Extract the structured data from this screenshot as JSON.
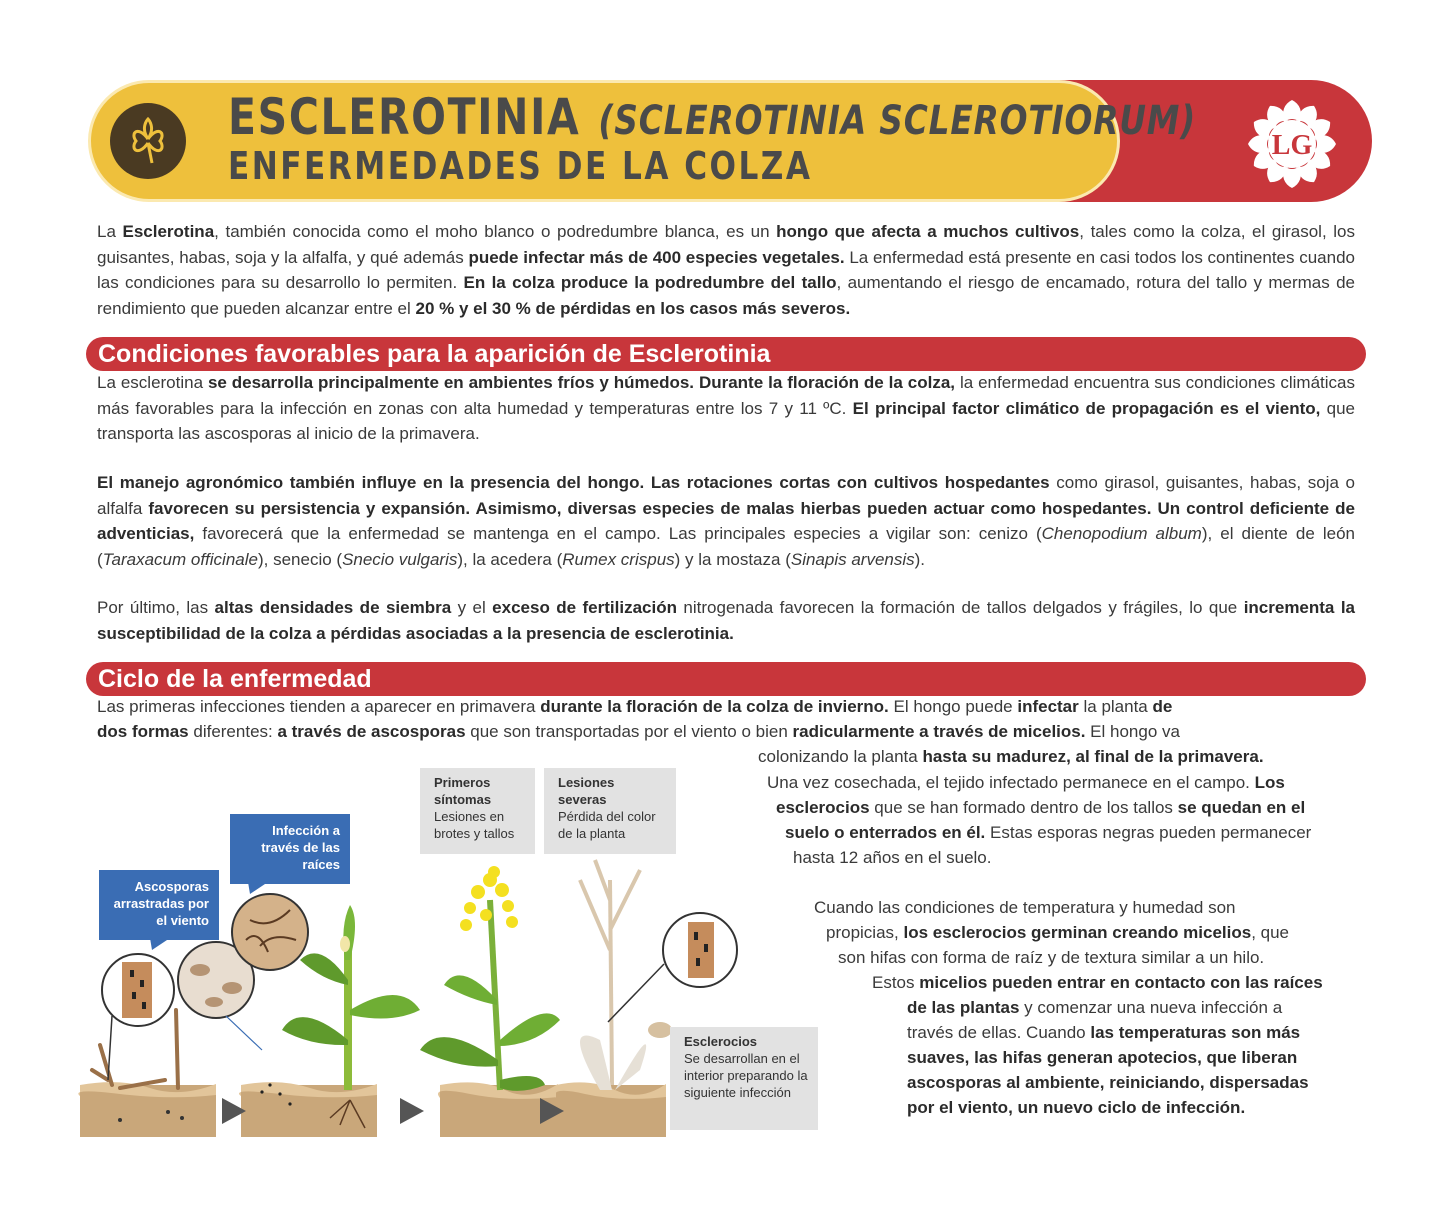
{
  "header": {
    "title": "ESCLEROTINIA",
    "latin_name": "(SCLEROTINIA SCLEROTIORUM)",
    "subtitle": "ENFERMEDADES DE LA COLZA",
    "brand": "LG",
    "colors": {
      "yellow": "#eec03c",
      "red": "#c8363b",
      "blue": "#3a6db4"
    }
  },
  "intro": [
    {
      "t": "La "
    },
    {
      "b": "Esclerotina"
    },
    {
      "t": ", también conocida como el moho blanco o podredumbre blanca, es un "
    },
    {
      "b": "hongo que afecta a muchos cultivos"
    },
    {
      "t": ", tales como la colza, el girasol, los guisantes, habas, soja y la alfalfa, y qué además "
    },
    {
      "b": "puede infectar más de 400 especies vegetales."
    },
    {
      "t": " La enfermedad está presente en casi todos los continentes cuando las condiciones para su desarrollo lo permiten. "
    },
    {
      "b": "En la colza produce la podredumbre del tallo"
    },
    {
      "t": ", aumentando el riesgo de encamado, rotura del tallo y mermas de rendimiento que pueden alcanzar entre el "
    },
    {
      "b": "20 % y el 30 % de pérdidas en los casos más severos."
    }
  ],
  "section1": {
    "heading": "Condiciones favorables para la aparición de Esclerotinia",
    "p1": [
      {
        "t": "La esclerotina "
      },
      {
        "b": "se desarrolla principalmente en ambientes fríos y húmedos. Durante la floración de la colza,"
      },
      {
        "t": " la enfermedad encuentra sus condiciones climáticas más favorables para la infección en zonas con alta humedad y temperaturas entre los 7 y 11 ºC. "
      },
      {
        "b": "El principal factor climático de propagación es el viento,"
      },
      {
        "t": " que transporta las ascosporas al inicio de la primavera."
      }
    ],
    "p2": [
      {
        "b": "El manejo agronómico también influye en la presencia del hongo. Las rotaciones cortas con cultivos hospedantes"
      },
      {
        "t": " como girasol, guisantes, habas, soja o alfalfa "
      },
      {
        "b": "favorecen su persistencia y expansión.  Asimismo, diversas especies de malas hierbas pueden actuar como hospedantes. Un control deficiente de adventicias,"
      },
      {
        "t": " favorecerá que la enfermedad se mantenga en el campo. Las principales especies a vigilar son: cenizo ("
      },
      {
        "i": "Chenopodium album"
      },
      {
        "t": "), el diente de león ("
      },
      {
        "i": "Taraxacum officinale"
      },
      {
        "t": "), senecio ("
      },
      {
        "i": "Snecio vulgaris"
      },
      {
        "t": "), la acedera ("
      },
      {
        "i": "Rumex crispus"
      },
      {
        "t": ") y la mostaza ("
      },
      {
        "i": "Sinapis arvensis"
      },
      {
        "t": ")."
      }
    ],
    "p3": [
      {
        "t": "Por último, las "
      },
      {
        "b": "altas densidades de siembra"
      },
      {
        "t": " y el "
      },
      {
        "b": "exceso de fertilización"
      },
      {
        "t": " nitrogenada favorecen la formación de tallos delgados y frágiles, lo que "
      },
      {
        "b": "incrementa la susceptibilidad de la colza a pérdidas asociadas a la presencia de esclerotinia."
      }
    ]
  },
  "section2": {
    "heading": "Ciclo de la enfermedad",
    "lines": [
      [
        {
          "t": "Las primeras infecciones tienden a aparecer en primavera "
        },
        {
          "b": "durante la floración de la colza de invierno."
        },
        {
          "t": " El hongo puede "
        },
        {
          "b": "infectar"
        },
        {
          "t": " la planta "
        },
        {
          "b": "de"
        }
      ],
      [
        {
          "b": "dos formas"
        },
        {
          "t": " diferentes: "
        },
        {
          "b": "a través de ascosporas"
        },
        {
          "t": " que son transportadas por el viento o bien "
        },
        {
          "b": "radicularmente a través de micelios."
        },
        {
          "t": " El hongo va"
        }
      ],
      [
        {
          "t": "colonizando la planta "
        },
        {
          "b": "hasta su madurez, al final de la primavera."
        }
      ],
      [
        {
          "t": "Una vez cosechada, el tejido infectado permanece en el campo. "
        },
        {
          "b": "Los"
        }
      ],
      [
        {
          "b": "esclerocios"
        },
        {
          "t": " que se han formado dentro de los tallos "
        },
        {
          "b": "se quedan en el"
        }
      ],
      [
        {
          "b": "suelo o enterrados en él."
        },
        {
          "t": " Estas esporas negras pueden permanecer"
        }
      ],
      [
        {
          "t": "hasta 12 años en el suelo."
        }
      ],
      [
        {
          "t": "Cuando las condiciones de temperatura y humedad son"
        }
      ],
      [
        {
          "t": "propicias, "
        },
        {
          "b": "los esclerocios germinan creando micelios"
        },
        {
          "t": ", que"
        }
      ],
      [
        {
          "t": "son hifas con forma de raíz y de textura similar a un hilo."
        }
      ],
      [
        {
          "t": "Estos "
        },
        {
          "b": "micelios pueden entrar en contacto con las raíces"
        }
      ],
      [
        {
          "b": "de las plantas"
        },
        {
          "t": " y comenzar una nueva infección a"
        }
      ],
      [
        {
          "t": "través de ellas.  Cuando "
        },
        {
          "b": "las temperaturas son más"
        }
      ],
      [
        {
          "b": "suaves, las hifas generan apotecios, que liberan"
        }
      ],
      [
        {
          "b": "ascosporas al ambiente, reiniciando, dispersadas"
        }
      ],
      [
        {
          "b": "por el viento, un nuevo ciclo de infección."
        }
      ]
    ]
  },
  "diagram": {
    "callout_ascosporas": "Ascosporas arrastradas por el viento",
    "callout_raices": "Infección a través de las raíces",
    "primeros": {
      "title": "Primeros síntomas",
      "text": "Lesiones en brotes y tallos"
    },
    "severas": {
      "title": "Lesiones severas",
      "text": "Pérdida del color de la planta"
    },
    "esclerocios": {
      "title": "Esclerocios",
      "text": "Se desarrollan en el interior preparando la siguiente infección"
    }
  }
}
